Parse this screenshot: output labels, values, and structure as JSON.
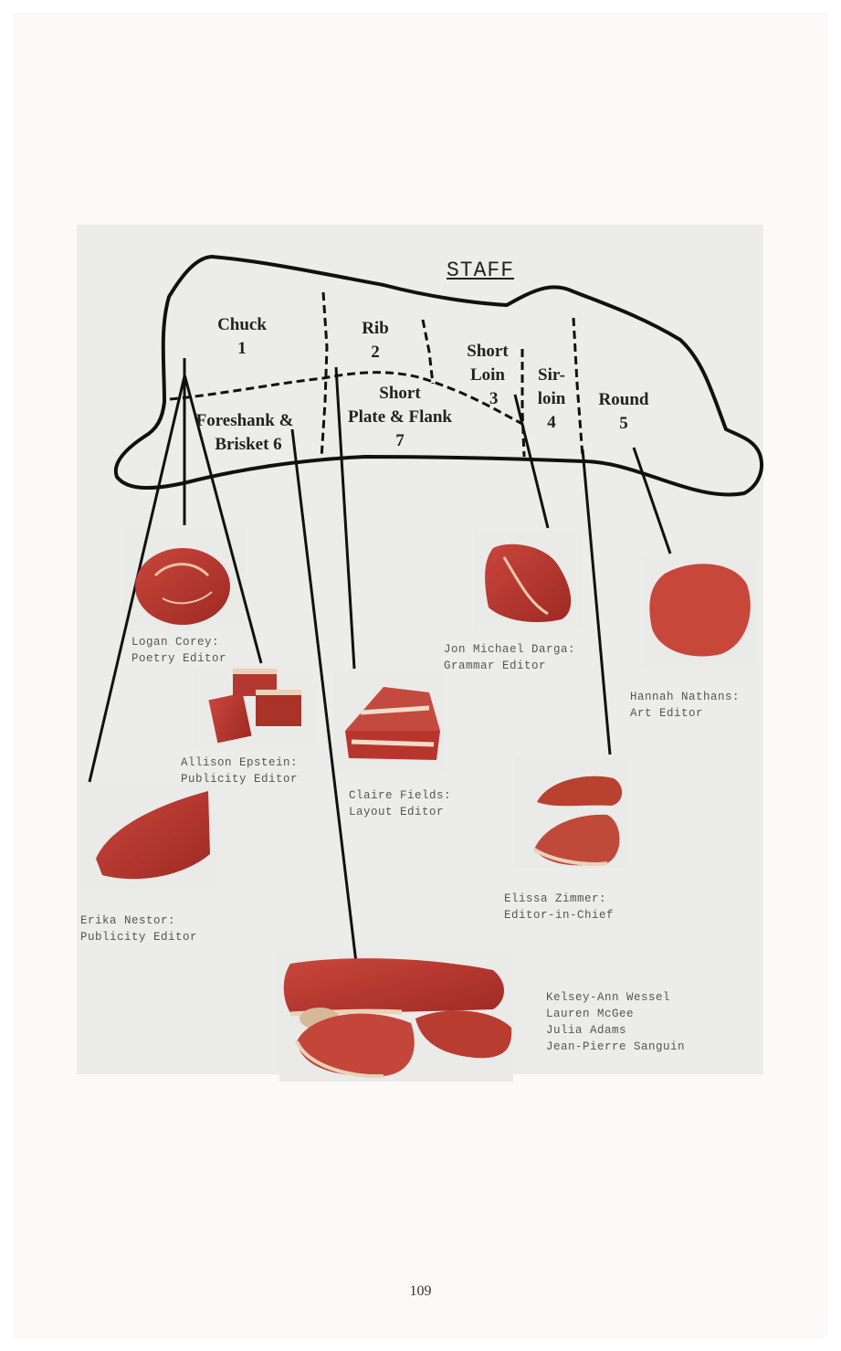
{
  "title": "STAFF",
  "cuts": [
    {
      "id": "chuck",
      "lines": [
        "Chuck",
        "1"
      ]
    },
    {
      "id": "rib",
      "lines": [
        "Rib",
        "2"
      ]
    },
    {
      "id": "short-loin",
      "lines": [
        "Short",
        "Loin",
        "3"
      ]
    },
    {
      "id": "sirloin",
      "lines": [
        "Sir-",
        "loin",
        "4"
      ]
    },
    {
      "id": "round",
      "lines": [
        "Round",
        "5"
      ]
    },
    {
      "id": "foreshank",
      "lines": [
        "Foreshank &",
        "Brisket 6"
      ]
    },
    {
      "id": "short-plate",
      "lines": [
        "Short",
        "Plate & Flank",
        "7"
      ]
    }
  ],
  "staff": [
    {
      "id": "logan",
      "lines": [
        "Logan Corey:",
        "Poetry Editor"
      ]
    },
    {
      "id": "allison",
      "lines": [
        "Allison Epstein:",
        "Publicity Editor"
      ]
    },
    {
      "id": "erika",
      "lines": [
        "Erika Nestor:",
        "Publicity Editor"
      ]
    },
    {
      "id": "claire",
      "lines": [
        "Claire Fields:",
        "Layout Editor"
      ]
    },
    {
      "id": "jon",
      "lines": [
        "Jon Michael Darga:",
        "Grammar Editor"
      ]
    },
    {
      "id": "hannah",
      "lines": [
        "Hannah Nathans:",
        "Art Editor"
      ]
    },
    {
      "id": "elissa",
      "lines": [
        "Elissa Zimmer:",
        "Editor-in-Chief"
      ]
    },
    {
      "id": "group",
      "lines": [
        "Kelsey-Ann Wessel",
        "Lauren McGee",
        "Julia Adams",
        "Jean-Pierre Sanguin"
      ]
    }
  ],
  "page_number": "109",
  "colors": {
    "meat_red": "#b8352e",
    "meat_fat": "#e9d2b8",
    "ink": "#1a1a1a",
    "panel": "#ececea"
  }
}
